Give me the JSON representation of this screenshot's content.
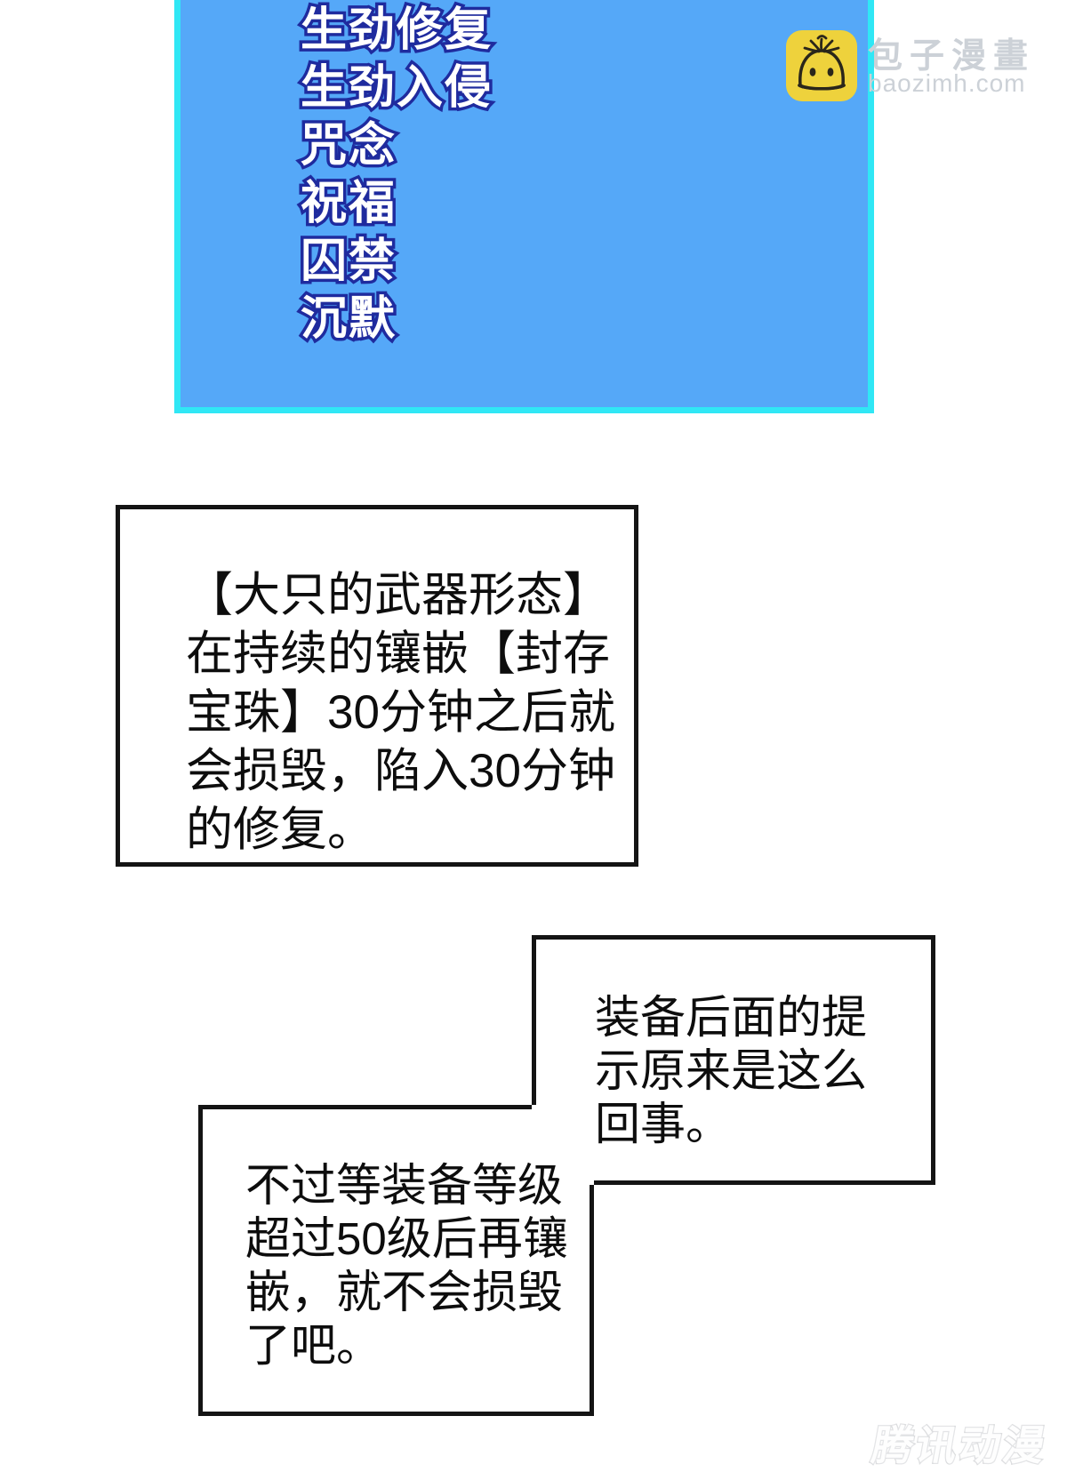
{
  "skill_panel": {
    "skills": [
      "生劲修复",
      "生劲入侵",
      "咒念",
      "祝福",
      "囚禁",
      "沉默"
    ]
  },
  "baozi_watermark": {
    "icon": "baozi-bun-icon",
    "site_name": "包子漫畫",
    "site_domain": "baozimh.com"
  },
  "speech_boxes": {
    "weapon_info": {
      "lines": [
        "【大只的武器形态】",
        "在持续的镶嵌【封存",
        "宝珠】30分钟之后就",
        "会损毁，陷入30分钟",
        "的修复。"
      ]
    },
    "realization": {
      "lines": [
        "装备后面的提",
        "示原来是这么",
        "回事。"
      ]
    },
    "speculation": {
      "lines": [
        "不过等装备等级",
        "超过50级后再镶",
        "嵌，就不会损毁",
        "了吧。"
      ]
    }
  },
  "tencent_watermark": {
    "logo_text": "腾讯动漫"
  },
  "colors": {
    "panel_fill": "#55a8f8",
    "panel_border": "#30e7f5",
    "skill_text_fill": "#ffffff",
    "skill_text_outline": "#1f2b9e",
    "box_border": "#141414",
    "baozi_icon_bg": "#eed23c",
    "baozi_icon_ink": "#2a261a",
    "watermark_gray": "#ccd1d7"
  }
}
